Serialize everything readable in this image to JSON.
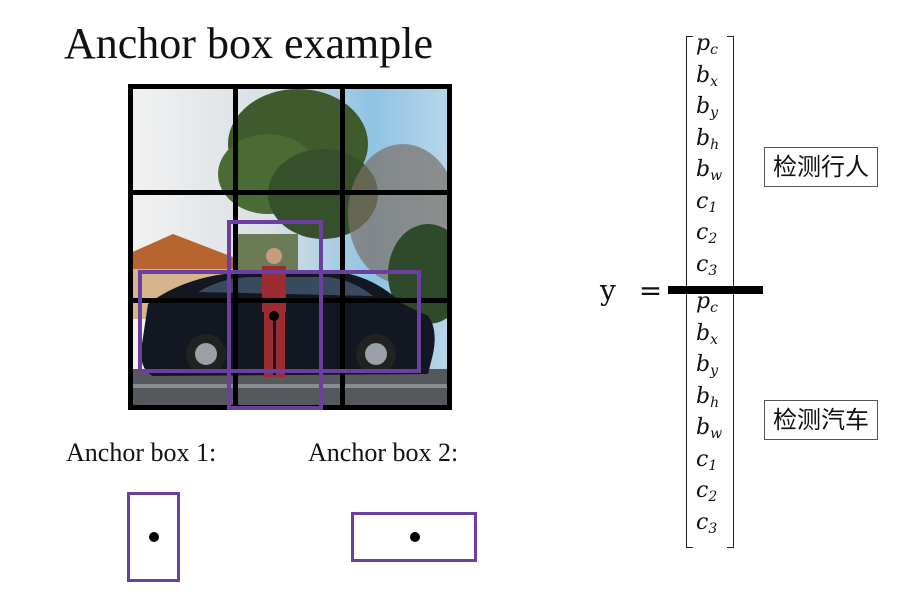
{
  "title": "Anchor box example",
  "grid": {
    "rows": 3,
    "cols": 3
  },
  "output": {
    "y_label": "y",
    "equals": "=",
    "vector_entries": [
      {
        "base": "p",
        "sub": "c"
      },
      {
        "base": "b",
        "sub": "x"
      },
      {
        "base": "b",
        "sub": "y"
      },
      {
        "base": "b",
        "sub": "h"
      },
      {
        "base": "b",
        "sub": "w"
      },
      {
        "base": "c",
        "sub": "1"
      },
      {
        "base": "c",
        "sub": "2"
      },
      {
        "base": "c",
        "sub": "3"
      },
      {
        "base": "p",
        "sub": "c"
      },
      {
        "base": "b",
        "sub": "x"
      },
      {
        "base": "b",
        "sub": "y"
      },
      {
        "base": "b",
        "sub": "h"
      },
      {
        "base": "b",
        "sub": "w"
      },
      {
        "base": "c",
        "sub": "1"
      },
      {
        "base": "c",
        "sub": "2"
      },
      {
        "base": "c",
        "sub": "3"
      }
    ],
    "annotation_pedestrian": "检测行人",
    "annotation_car": "检测汽车"
  },
  "anchors": {
    "box1_label": "Anchor box 1:",
    "box2_label": "Anchor box 2:"
  },
  "colors": {
    "box": "#6b3fa0",
    "grid": "#000000"
  }
}
